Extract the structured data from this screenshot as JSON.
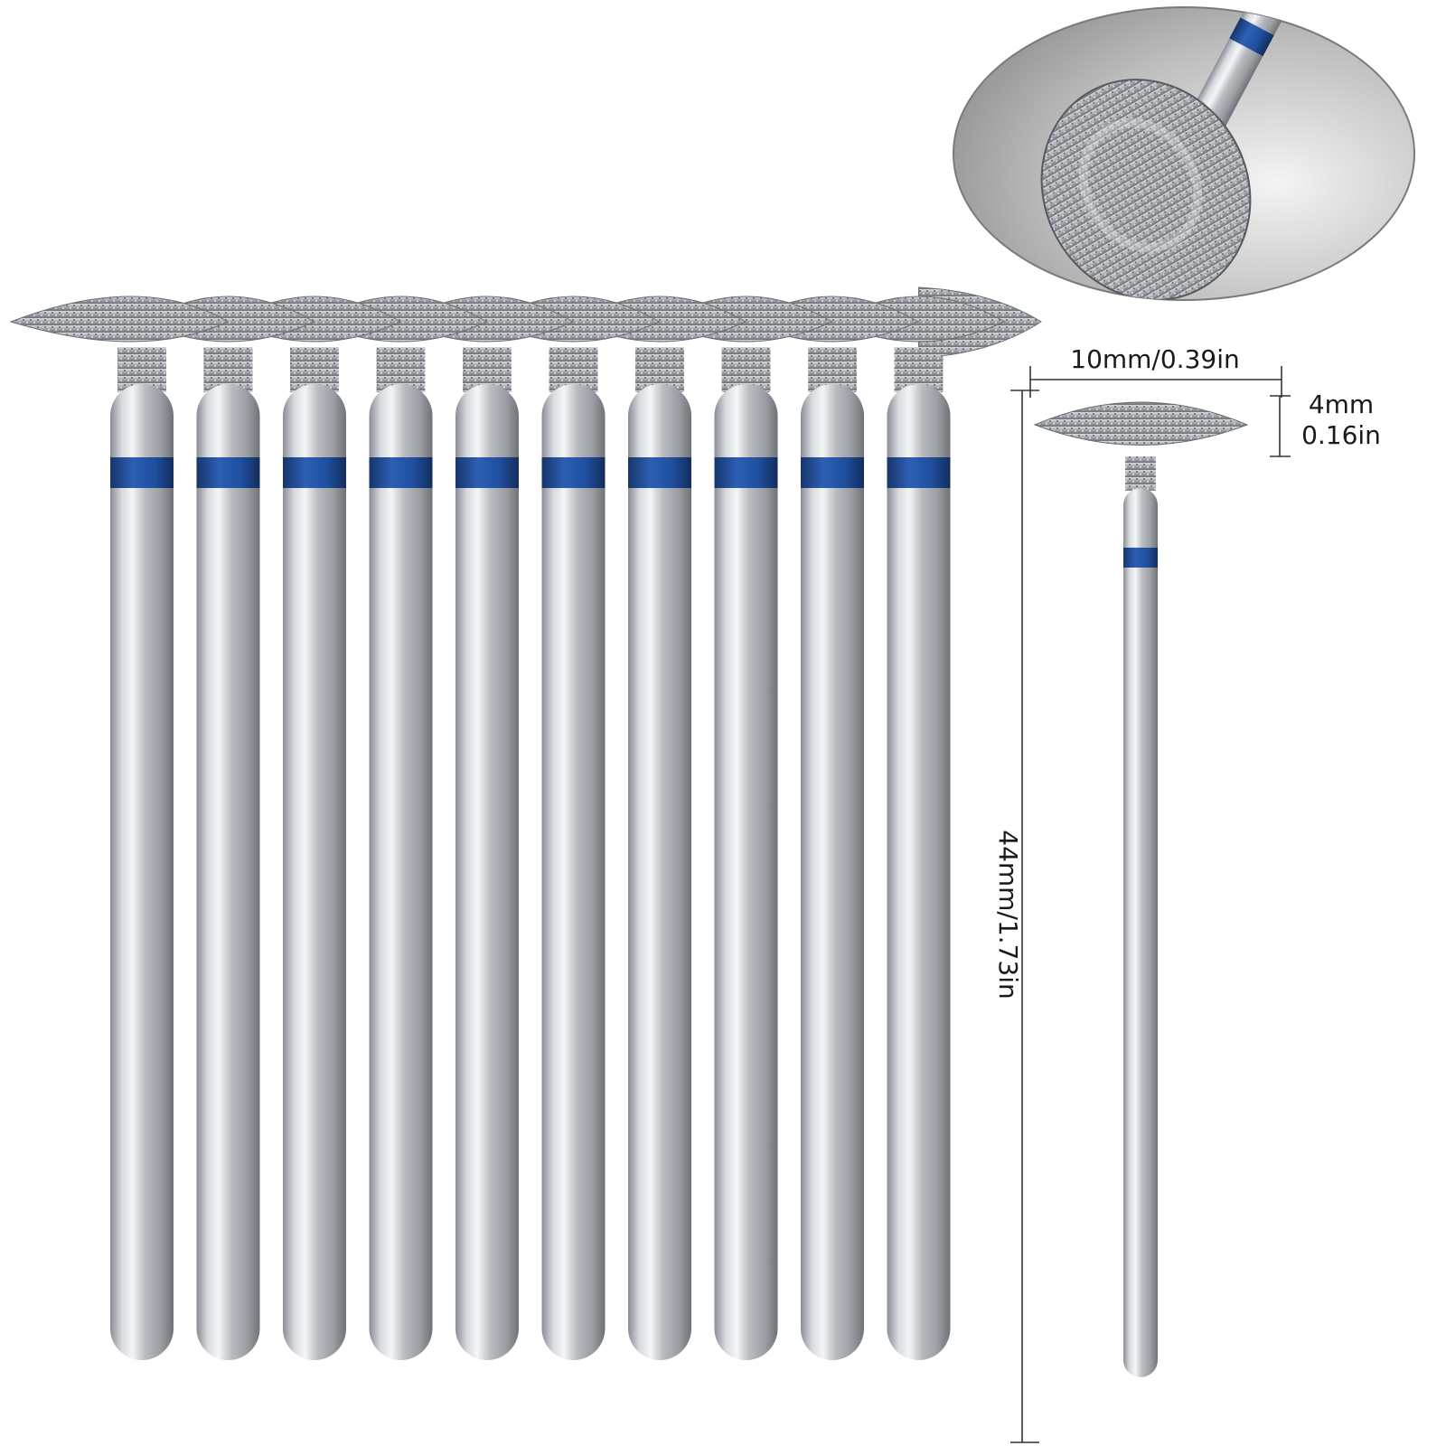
{
  "product": {
    "bit_count": 10,
    "band_color": "#1f4f9e",
    "metal_color": "#c9ccd0",
    "grit_color": "#8f9398"
  },
  "dimensions": {
    "head_diameter": "10mm/0.39in",
    "head_thickness_mm": "4mm",
    "head_thickness_in": "0.16in",
    "total_length": "44mm/1.73in"
  },
  "inset": {
    "icon": "magnified-bit-head-icon"
  }
}
